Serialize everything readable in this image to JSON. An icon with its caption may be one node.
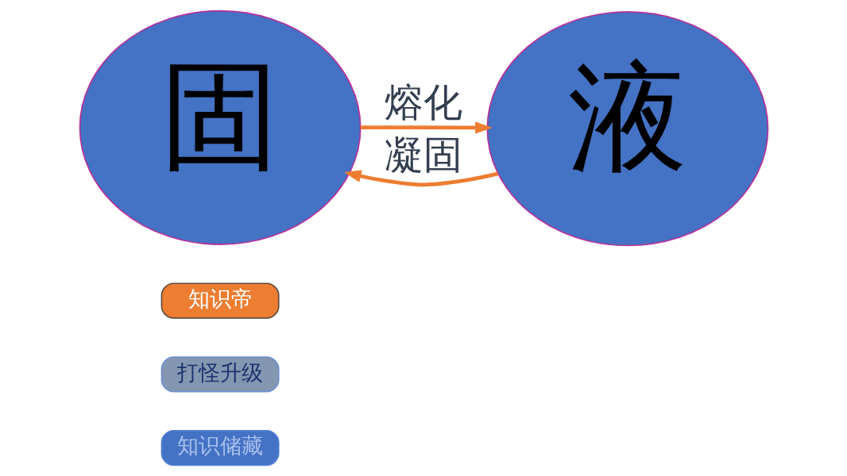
{
  "diagram": {
    "nodes": [
      {
        "text": [
          "固"
        ]
      },
      {
        "text": [
          "液"
        ]
      },
      {
        "text": [
          "知识帝"
        ]
      },
      {
        "text": [
          "打怪升级"
        ]
      },
      {
        "text": [
          "知识储藏"
        ]
      }
    ],
    "edges": [
      {
        "from": 0,
        "to": 1,
        "arrow": "to",
        "label": "熔化"
      },
      {
        "from": 1,
        "to": 0,
        "arrow": "to",
        "label": "凝固"
      }
    ]
  }
}
